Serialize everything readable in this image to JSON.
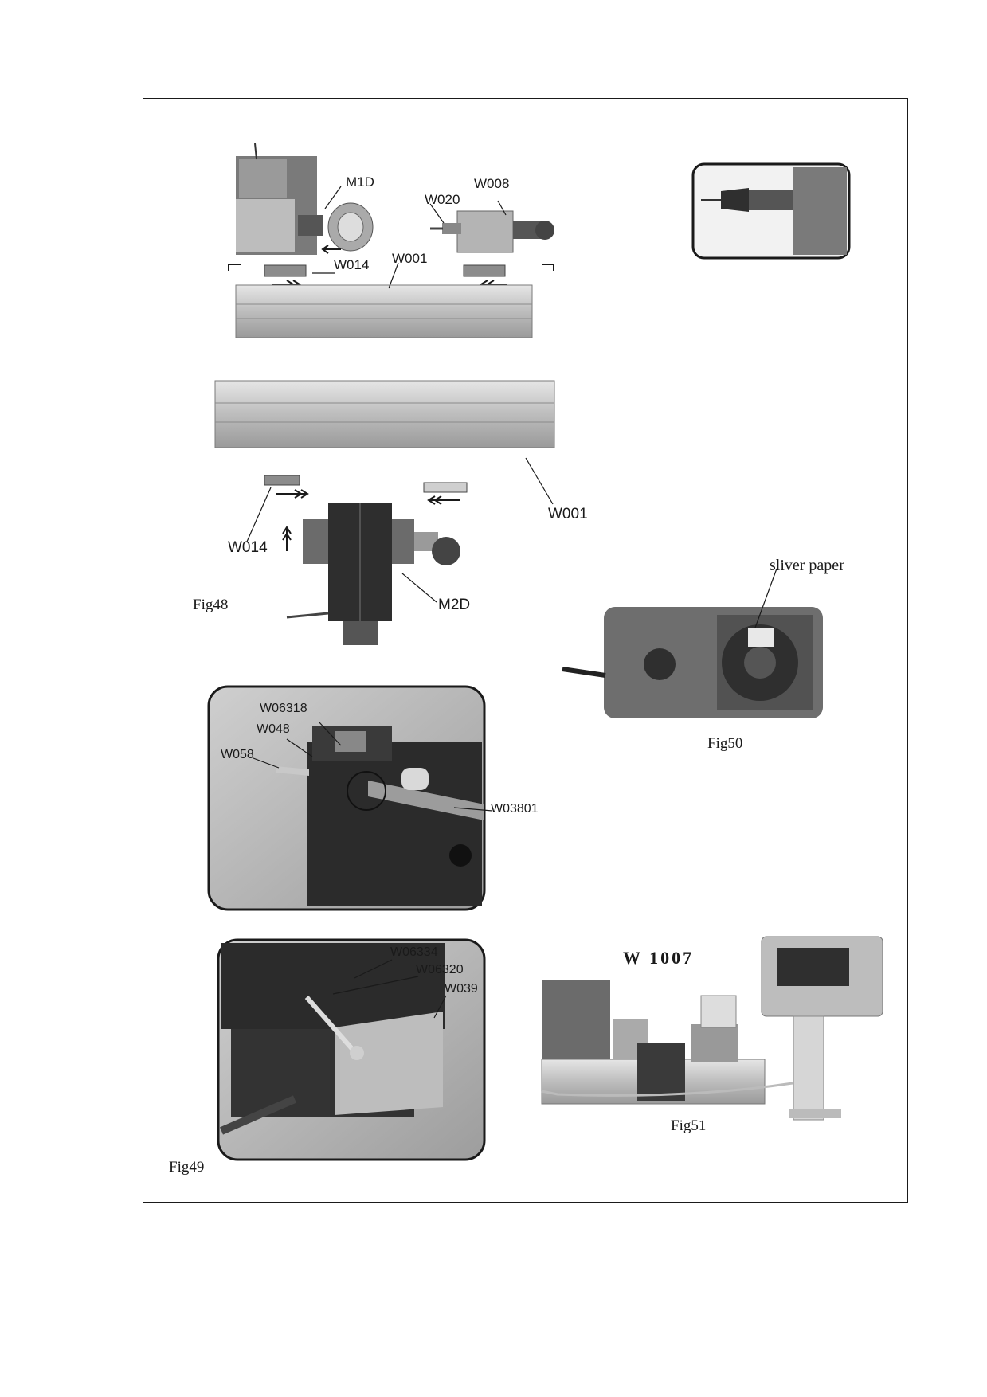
{
  "fig48": {
    "caption": "Fig48",
    "parts": {
      "M1D": "M1D",
      "W008": "W008",
      "W020": "W020",
      "W014_top": "W014",
      "W001_top": "W001",
      "W001_bottom": "W001",
      "W014_bottom": "W014",
      "M2D": "M2D"
    }
  },
  "fig49": {
    "caption": "Fig49",
    "parts": {
      "W06318": "W06318",
      "W048": "W048",
      "W058": "W058",
      "W03801": "W03801",
      "W06334": "W06334",
      "W06320": "W06320",
      "W039": "W039"
    }
  },
  "fig50": {
    "caption": "Fig50",
    "note": "sliver paper"
  },
  "fig51": {
    "caption": "Fig51",
    "model": "W 1007"
  }
}
